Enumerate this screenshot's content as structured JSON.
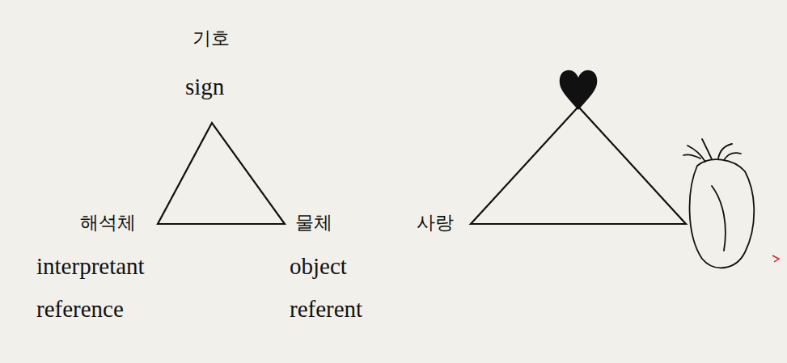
{
  "diagram": {
    "labels": [
      "기호",
      "sign",
      "해석체",
      "물체",
      "interpretant",
      "object",
      "reference",
      "referent",
      "사랑"
    ]
  }
}
